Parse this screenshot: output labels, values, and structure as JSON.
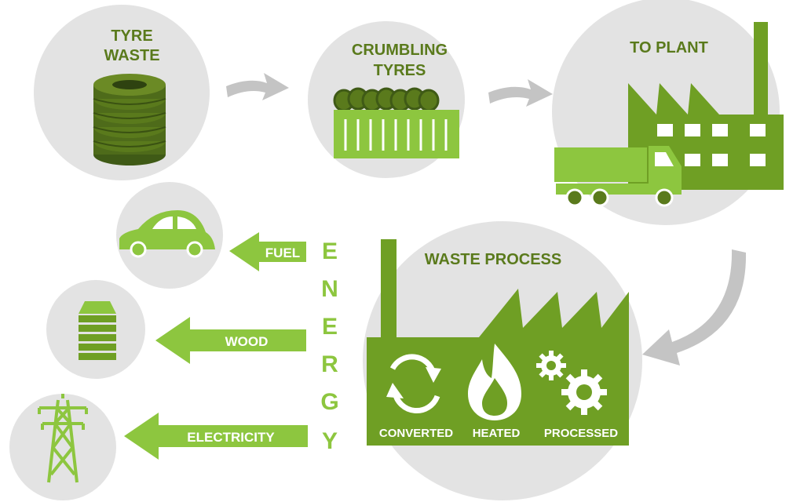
{
  "colors": {
    "circle_bg": "#e3e3e3",
    "arrow_grey": "#c4c4c4",
    "dark_green": "#5a7a1c",
    "mid_green": "#6f9f24",
    "light_green": "#8dc63f",
    "tyre_dark": "#3f5a16",
    "white": "#ffffff"
  },
  "steps": {
    "tyre_waste": [
      "TYRE",
      "WASTE"
    ],
    "crumbling": [
      "CRUMBLING",
      "TYRES"
    ],
    "to_plant": "TO PLANT",
    "waste_process": "WASTE PROCESS"
  },
  "process": {
    "converted": "CONVERTED",
    "heated": "HEATED",
    "processed": "PROCESSED"
  },
  "energy": {
    "letters": [
      "E",
      "N",
      "E",
      "R",
      "G",
      "Y"
    ]
  },
  "outputs": {
    "fuel": "FUEL",
    "wood": "WOOD",
    "electricity": "ELECTRICITY"
  },
  "icons": [
    "tyres-icon",
    "crumbled-tyres-icon",
    "factory-icon",
    "truck-icon",
    "recycle-icon",
    "flame-icon",
    "gears-icon",
    "car-icon",
    "wood-stack-icon",
    "power-pylon-icon"
  ]
}
